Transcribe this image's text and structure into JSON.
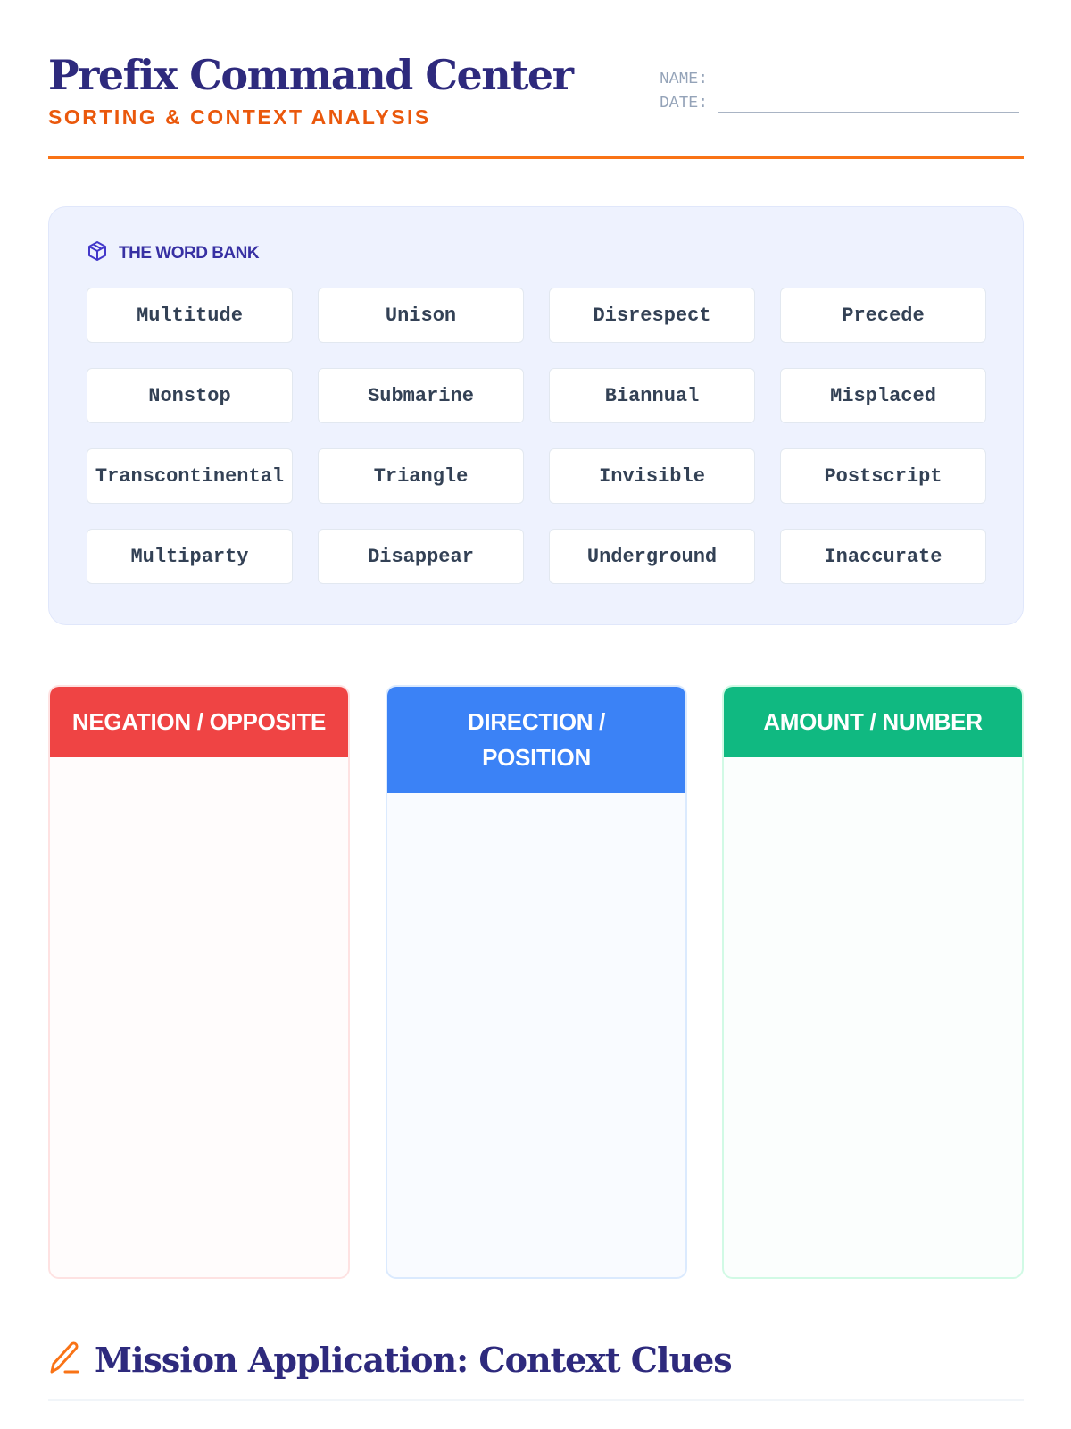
{
  "header": {
    "title": "Prefix Command Center",
    "subtitle": "SORTING & CONTEXT ANALYSIS",
    "name_label": "NAME:",
    "date_label": "DATE:"
  },
  "word_bank": {
    "icon": "cube-icon",
    "title": "THE WORD BANK",
    "words": [
      "Multitude",
      "Unison",
      "Disrespect",
      "Precede",
      "Nonstop",
      "Submarine",
      "Biannual",
      "Misplaced",
      "Transcontinental",
      "Triangle",
      "Invisible",
      "Postscript",
      "Multiparty",
      "Disappear",
      "Underground",
      "Inaccurate"
    ]
  },
  "categories": [
    {
      "label": "NEGATION / OPPOSITE",
      "color": "#ef4444"
    },
    {
      "label": "DIRECTION / POSITION",
      "color": "#3b82f6"
    },
    {
      "label": "AMOUNT / NUMBER",
      "color": "#10b981"
    }
  ],
  "mission": {
    "icon": "pencil-icon",
    "title": "Mission Application: Context Clues"
  }
}
